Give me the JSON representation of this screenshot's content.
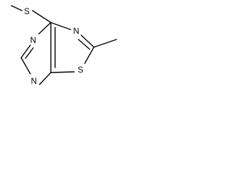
{
  "molecule": {
    "atoms": {
      "s_methylthio": "S",
      "n_pyrimidine_top": "N",
      "n_pyrimidine_bottom": "N",
      "n_thiazole": "N",
      "s_thiazole": "S"
    }
  },
  "colors": {
    "bond": "#000000",
    "label": "#000000",
    "background": "#ffffff"
  }
}
